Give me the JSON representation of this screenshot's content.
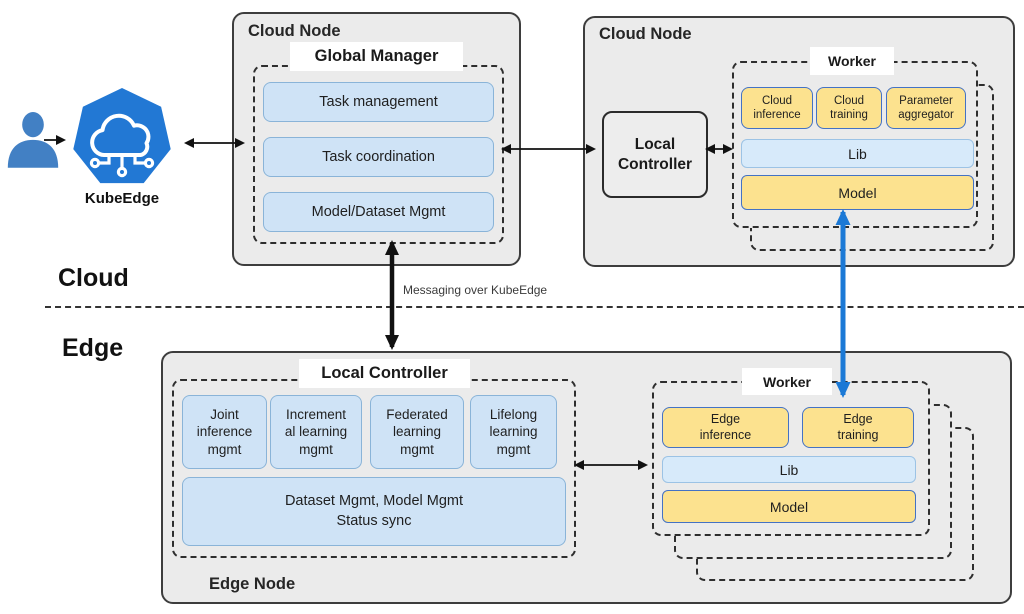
{
  "kubeedge": {
    "label": "KubeEdge"
  },
  "sections": {
    "cloud_label": "Cloud",
    "edge_label": "Edge",
    "messaging_label": "Messaging over KubeEdge"
  },
  "cloud_node_left": {
    "title": "Cloud Node",
    "global_manager": {
      "label": "Global Manager",
      "items": [
        "Task management",
        "Task coordination",
        "Model/Dataset Mgmt"
      ]
    }
  },
  "cloud_node_right": {
    "title": "Cloud Node",
    "local_controller_label": "Local\nController",
    "worker": {
      "label": "Worker",
      "modules": [
        "Cloud\ninference",
        "Cloud\ntraining",
        "Parameter\naggregator"
      ],
      "lib_label": "Lib",
      "model_label": "Model"
    }
  },
  "edge_node": {
    "title": "Edge Node",
    "local_controller": {
      "label": "Local Controller",
      "items": [
        "Joint\ninference\nmgmt",
        "Increment\nal learning\nmgmt",
        "Federated\nlearning\nmgmt",
        "Lifelong\nlearning\nmgmt"
      ],
      "wide_item": "Dataset Mgmt, Model Mgmt\nStatus sync"
    },
    "worker": {
      "label": "Worker",
      "modules": [
        "Edge\ninference",
        "Edge\ntraining"
      ],
      "lib_label": "Lib",
      "model_label": "Model"
    }
  },
  "icons": {
    "user-icon": "person silhouette",
    "kubeedge-logo-icon": "blue heptagon with cloud and circuit nodes"
  },
  "colors": {
    "node_background": "#ebebeb",
    "node_border": "#3d3d3d",
    "blue_box_fill": "#cfe3f6",
    "blue_box_border": "#8ab4d8",
    "yellow_box_fill": "#fce28f",
    "yellow_box_border": "#4472c4",
    "lib_fill": "#d7eafa",
    "blue_arrow": "#1b79d6",
    "kubeedge_blue": "#2278d4",
    "user_blue": "#4280c4"
  }
}
